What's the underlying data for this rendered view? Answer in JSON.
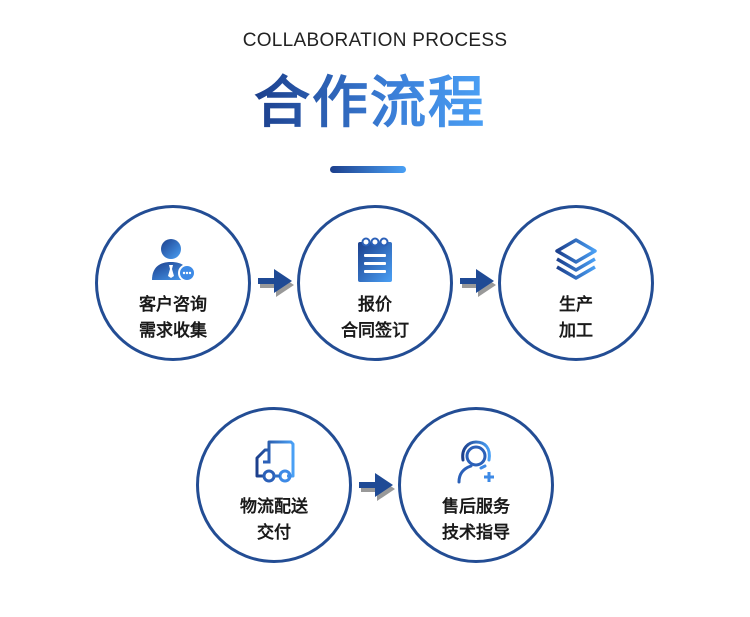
{
  "header": {
    "subtitle": "COLLABORATION PROCESS",
    "title": "合作流程"
  },
  "colors": {
    "border": "#234d94",
    "gradient_start": "#1c3f8c",
    "gradient_end": "#4aa0f5",
    "arrow": "#1f4a95",
    "text": "#1a1a1a"
  },
  "steps": [
    {
      "icon": "customer-service-user-icon",
      "line1": "客户咨询",
      "line2": "需求收集"
    },
    {
      "icon": "notepad-icon",
      "line1": "报价",
      "line2": "合同签订"
    },
    {
      "icon": "layers-icon",
      "line1": "生产",
      "line2": "加工"
    },
    {
      "icon": "delivery-truck-icon",
      "line1": "物流配送",
      "line2": "交付"
    },
    {
      "icon": "headset-support-icon",
      "line1": "售后服务",
      "line2": "技术指导"
    }
  ]
}
